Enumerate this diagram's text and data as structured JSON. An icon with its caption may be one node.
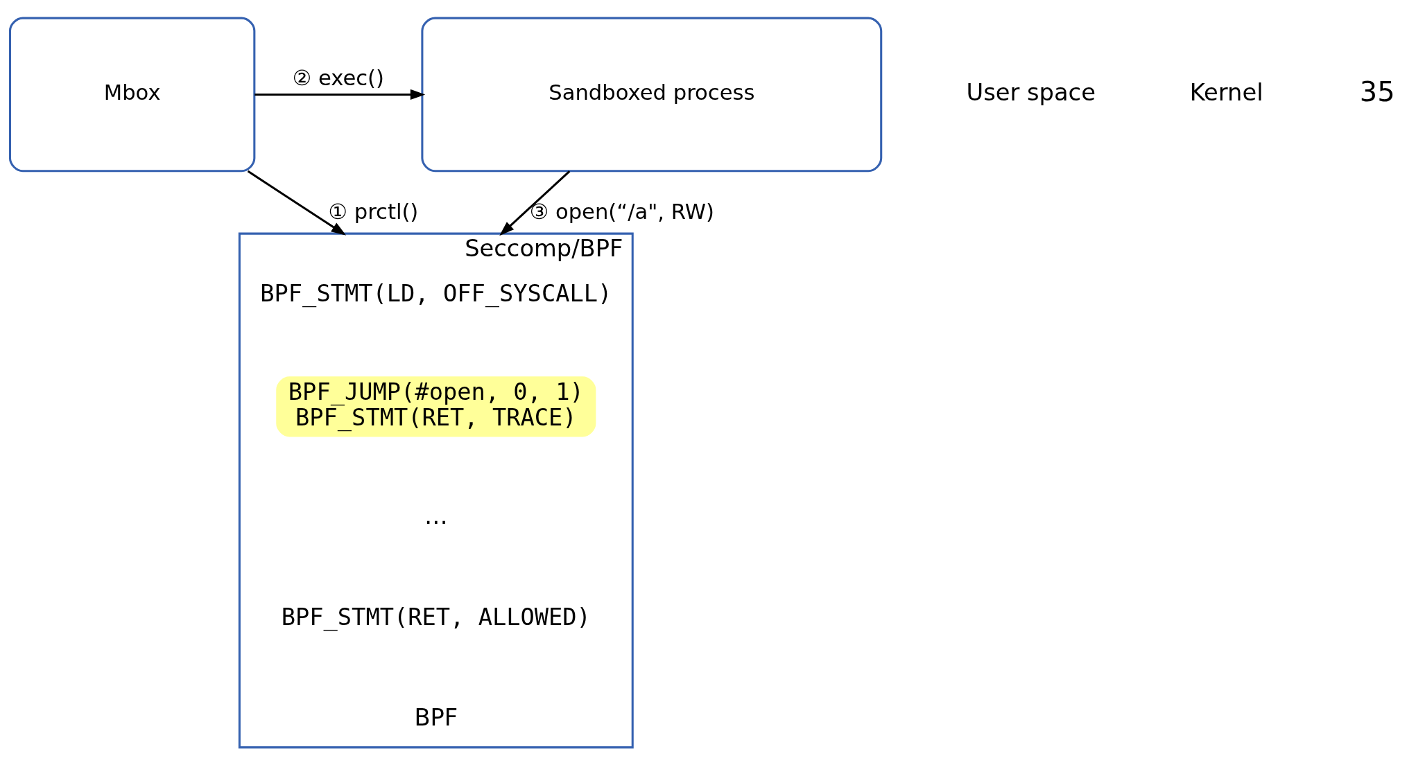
{
  "diagram": {
    "nodes": [
      {
        "text": [
          "Sandboxed process"
        ]
      },
      {
        "text": [
          "Mbox"
        ]
      },
      {
        "text": [
          "Seccomp/BPF",
          "BPF_STMT(LD, OFF_SYSCALL)",
          "…",
          "BPF_STMT(RET, ALLOWED)",
          "BPF"
        ]
      },
      {
        "text": [
          "BPF_JUMP(#open, 0, 1)",
          "BPF_STMT(RET, TRACE)"
        ],
        "in": 2
      }
    ],
    "edges": [
      {
        "from": 1,
        "to": 0,
        "arrow": "to",
        "label": "② exec()"
      },
      {
        "from": 0,
        "to": 2,
        "arrow": "to",
        "label": "③ open(“/a\", RW)"
      },
      {
        "from": 1,
        "to": 2,
        "arrow": "to",
        "label": "① prctl()"
      }
    ],
    "labels": [
      "User space",
      "Kernel",
      "35"
    ]
  }
}
